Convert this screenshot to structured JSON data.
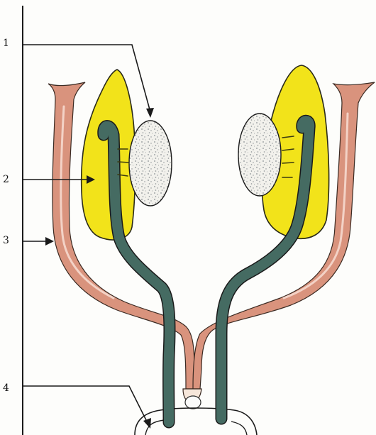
{
  "labels": {
    "label_1": "1",
    "label_2": "2",
    "label_3": "3",
    "label_4": "4"
  },
  "colors": {
    "testis": "#f2e31a",
    "testis_outline": "#2a2a1a",
    "epididymis_fill": "#f2f1ec",
    "epididymis_speckle": "#8a8f93",
    "vas_deferens": "#456b62",
    "ureter": "#d9937d",
    "ureter_highlight": "#f3d2c6",
    "line": "#1a1a1a"
  }
}
